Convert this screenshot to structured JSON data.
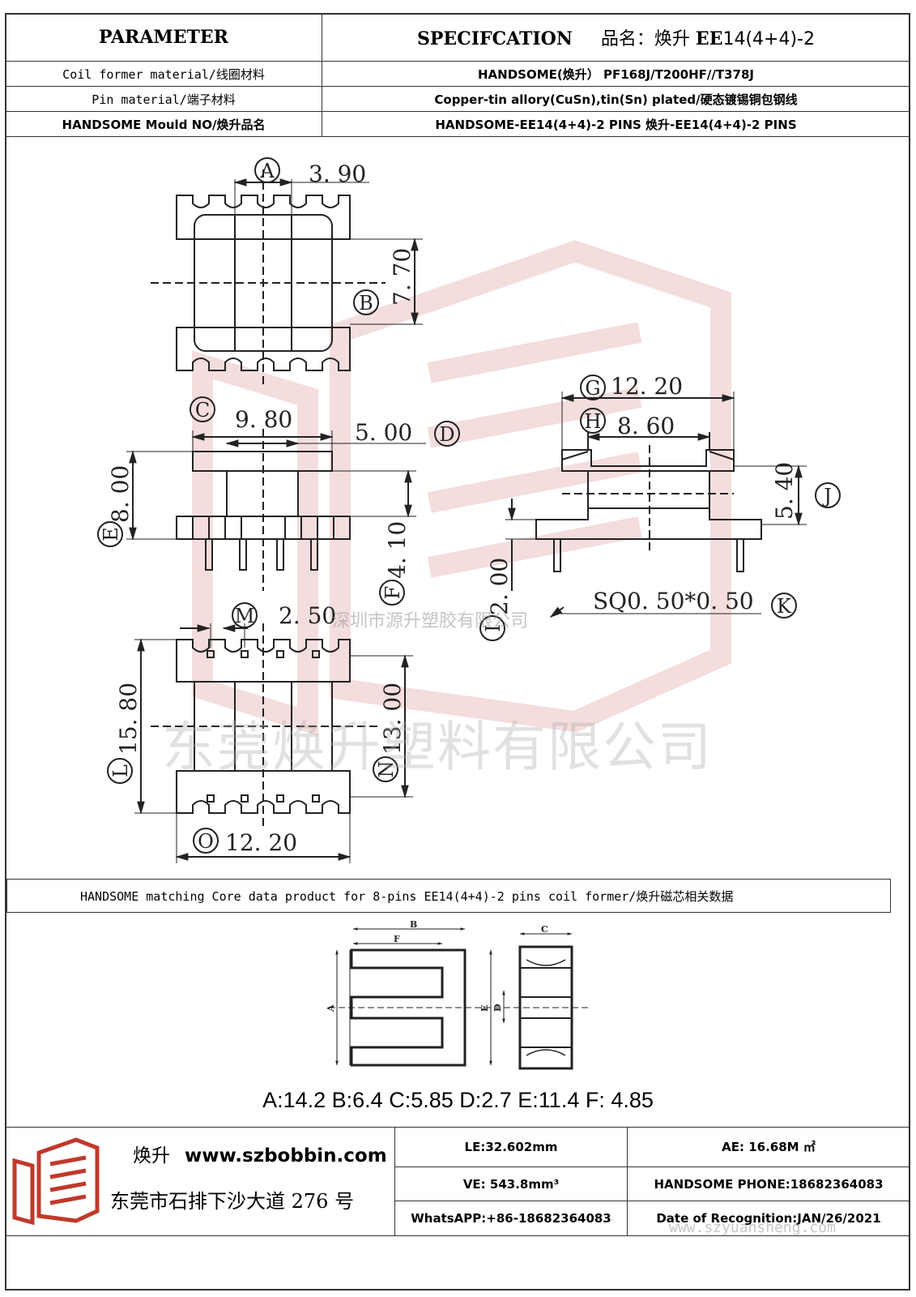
{
  "header": {
    "parameter_label": "PARAMETER",
    "spec_label": "SPECIFCATION",
    "product_name_label": "品名：焕升",
    "product_model": "EE",
    "product_model_suffix": "14(4+4)-2"
  },
  "rows": [
    {
      "label": "Coil former material/线圈材料",
      "value": "HANDSOME(焕升）   PF168J/T200HF//T378J"
    },
    {
      "label": "Pin material/端子材料",
      "value": "Copper-tin allory(CuSn),tin(Sn) plated/硬态镀锡铜包钢线"
    },
    {
      "label": "HANDSOME Mould NO/焕升品名",
      "value": "HANDSOME-EE14(4+4)-2 PINS    焕升-EE14(4+4)-2 PINS"
    }
  ],
  "dimensions": {
    "A": {
      "letter": "A",
      "value": "3. 90"
    },
    "B": {
      "letter": "B",
      "value": "7. 70"
    },
    "C": {
      "letter": "C",
      "value": "9. 80"
    },
    "D": {
      "letter": "D",
      "value": "5. 00"
    },
    "E": {
      "letter": "E",
      "value": "8. 00"
    },
    "F": {
      "letter": "F",
      "value": "4. 10"
    },
    "G": {
      "letter": "G",
      "value": "12. 20"
    },
    "H": {
      "letter": "H",
      "value": "8. 60"
    },
    "I": {
      "letter": "I",
      "value": "2. 00"
    },
    "J": {
      "letter": "J",
      "value": "5. 40"
    },
    "K": {
      "letter": "K",
      "value": "SQ0. 50*0. 50"
    },
    "L": {
      "letter": "L",
      "value": "15. 80"
    },
    "M": {
      "letter": "M",
      "value": "2. 50"
    },
    "N": {
      "letter": "N",
      "value": "13. 00"
    },
    "O": {
      "letter": "O",
      "value": "12. 20"
    }
  },
  "watermarks": {
    "small": "深圳市源升塑胶有限公司",
    "large": "东莞焕升塑料有限公司",
    "web": "www.szyuansheng.com"
  },
  "core": {
    "title": "HANDSOME matching Core data  product for 8-pins EE14(4+4)-2 pins coil former/焕升磁芯相关数据",
    "labels": {
      "A": "A",
      "B": "B",
      "C": "C",
      "D": "D",
      "E": "E",
      "F": "F"
    },
    "dims_text": "A:14.2 B:6.4 C:5.85 D:2.7 E:11.4 F: 4.85"
  },
  "footer": {
    "brand_cn": "焕升",
    "website": "www.szbobbin.com",
    "address": "东莞市石排下沙大道 276 号",
    "le": "LE:32.602mm",
    "ae": "AE: 16.68M ㎡",
    "ve": "VE: 543.8mm³",
    "phone": "HANDSOME PHONE:18682364083",
    "whatsapp": "WhatsAPP:+86-18682364083",
    "date": "Date of Recognition:JAN/26/2021"
  },
  "colors": {
    "watermark_red": "#e8b4b4",
    "line": "#222222"
  }
}
